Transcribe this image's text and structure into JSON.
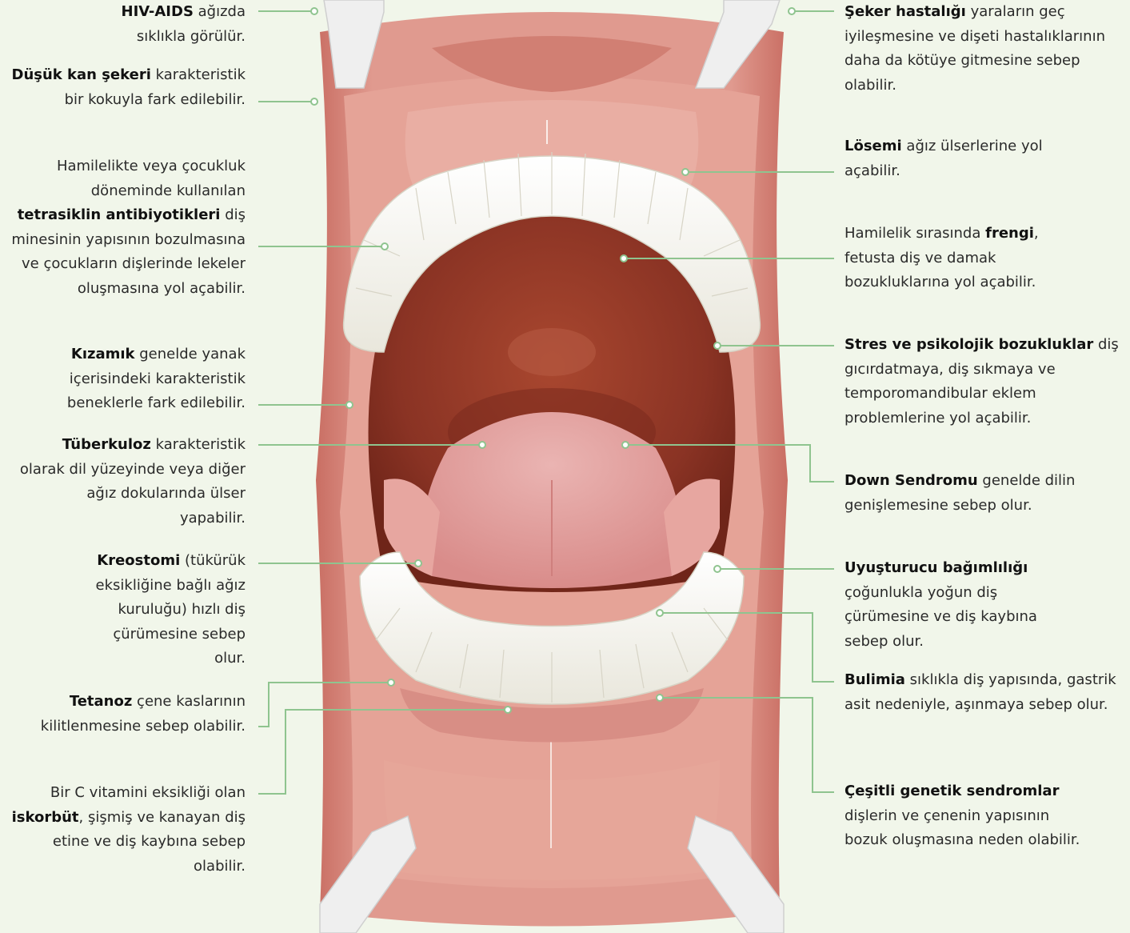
{
  "colors": {
    "background": "#f1f6ea",
    "leader_line": "#8fc48f",
    "lips": "#d9877d",
    "mouth_inside": "#8a3324",
    "tongue": "#e3a3a3",
    "teeth": "#f4f3ec",
    "retractor": "#efefef"
  },
  "annotations": {
    "left": [
      {
        "pre": "",
        "bold": "HIV-AIDS",
        "post": " ağızda sıklıkla görülür."
      },
      {
        "pre": "",
        "bold": "Düşük kan şekeri",
        "post": " karakteristik bir kokuyla fark edilebilir."
      },
      {
        "pre": "Hamilelikte veya çocukluk döneminde kullanılan ",
        "bold": "tetrasiklin antibiyotikleri",
        "post": " diş minesinin yapısının bozulmasına ve çocukların dişlerinde lekeler oluşmasına yol açabilir."
      },
      {
        "pre": "",
        "bold": "Kızamık",
        "post": " genelde yanak içerisindeki karakteristik beneklerle fark edilebilir."
      },
      {
        "pre": "",
        "bold": "Tüberkuloz",
        "post": " karakteristik olarak dil yüzeyinde veya diğer ağız dokularında ülser yapabilir."
      },
      {
        "pre": "",
        "bold": "Kreostomi",
        "post": " (tükürük eksikliğine bağlı ağız kuruluğu) hızlı diş çürümesine sebep olur."
      },
      {
        "pre": "",
        "bold": "Tetanoz",
        "post": " çene kaslarının kilitlenmesine sebep olabilir."
      },
      {
        "pre": "Bir C vitamini eksikliği olan ",
        "bold": "iskorbüt",
        "post": ", şişmiş ve kanayan diş etine ve diş kaybına sebep olabilir."
      }
    ],
    "right": [
      {
        "pre": "",
        "bold": "Şeker hastalığı",
        "post": " yaraların geç iyileşmesine ve dişeti hastalıklarının daha da kötüye gitmesine sebep olabilir."
      },
      {
        "pre": "",
        "bold": "Lösemi",
        "post": " ağız ülserlerine yol açabilir."
      },
      {
        "pre": "Hamilelik sırasında ",
        "bold": "frengi",
        "post": ", fetusta diş ve damak bozukluklarına yol açabilir."
      },
      {
        "pre": "",
        "bold": "Stres ve psikolojik bozukluklar",
        "post": " diş gıcırdatmaya, diş sıkmaya ve temporomandibular eklem problemlerine yol açabilir."
      },
      {
        "pre": "",
        "bold": "Down Sendromu",
        "post": " genelde dilin genişlemesine sebep olur."
      },
      {
        "pre": "",
        "bold": "Uyuşturucu bağımlılığı",
        "post": " çoğunlukla yoğun diş çürümesine ve diş kaybına sebep olur."
      },
      {
        "pre": "",
        "bold": "Bulimia",
        "post": " sıklıkla diş yapısında, gastrik asit nedeniyle, aşınmaya sebep olur."
      },
      {
        "pre": "",
        "bold": "Çeşitli genetik sendromlar",
        "post": " dişlerin ve çenenin yapısının bozuk oluşmasına neden olabilir."
      }
    ]
  }
}
